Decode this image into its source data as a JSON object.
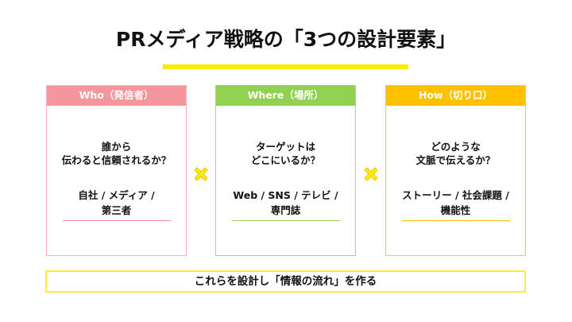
{
  "title": "PRメディア戦略の「3つの設計要素」",
  "cards": [
    {
      "header": "Who（発信者）",
      "question": [
        "誰から",
        "伝わると信頼されるか？"
      ],
      "answer": [
        "自社 / メディア /",
        "第三者"
      ]
    },
    {
      "header": "Where（場所）",
      "question": [
        "ターゲットは",
        "どこにいるか？"
      ],
      "answer": [
        "Web / SNS / テレビ /",
        "専門誌"
      ]
    },
    {
      "header": "How（切り口）",
      "question": [
        "どのような",
        "文脈で伝えるか？"
      ],
      "answer": [
        "ストーリー / 社会課題 /",
        "機能性"
      ]
    }
  ],
  "operator_icon": "multiply-icon",
  "footer": "これらを設計し「情報の流れ」を作る",
  "colors": {
    "accent": "#ffeb00",
    "who": "#f5959c",
    "where": "#92d050",
    "how": "#ffc000"
  }
}
